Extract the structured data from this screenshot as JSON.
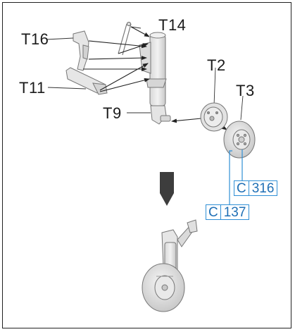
{
  "labels": {
    "t14": "T14",
    "t16": "T16",
    "t11": "T11",
    "t2": "T2",
    "t3": "T3",
    "t9": "T9"
  },
  "refs": [
    {
      "prefix": "C",
      "number": "316"
    },
    {
      "prefix": "C",
      "number": "137"
    }
  ],
  "colors": {
    "part_fill": "#e6e6e6",
    "part_stroke": "#777777",
    "arrow_fill": "#3d3d3d",
    "ref_border": "#2f8fd6",
    "ref_text": "#1f6fb5"
  }
}
